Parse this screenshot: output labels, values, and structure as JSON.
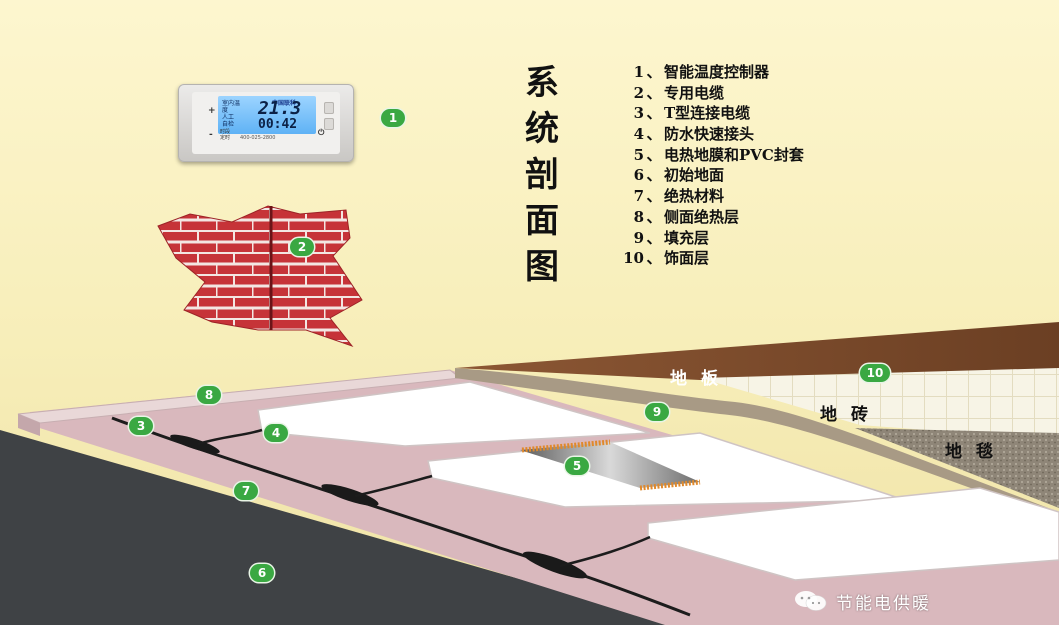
{
  "title": "系统剖面图",
  "legend": [
    {
      "num": "1",
      "text": "智能温度控制器"
    },
    {
      "num": "2",
      "text": "专用电缆"
    },
    {
      "num": "3",
      "text": "T型连接电缆"
    },
    {
      "num": "4",
      "text": "防水快速接头"
    },
    {
      "num": "5",
      "text": "电热地膜和PVC封套"
    },
    {
      "num": "6",
      "text": "初始地面"
    },
    {
      "num": "7",
      "text": "绝热材料"
    },
    {
      "num": "8",
      "text": "侧面绝热层"
    },
    {
      "num": "9",
      "text": "填充层"
    },
    {
      "num": "10",
      "text": "饰面层"
    }
  ],
  "legend_separator": "、",
  "callouts": [
    "1",
    "2",
    "3",
    "4",
    "5",
    "6",
    "7",
    "8",
    "9",
    "10"
  ],
  "surfaces": {
    "floorboard": "地板",
    "tile": "地砖",
    "carpet": "地毯"
  },
  "thermostat": {
    "brand": "中国联科",
    "label_room": "室内温度",
    "label_set": "人工",
    "label_mode": "自检",
    "temperature": "21.3",
    "time": "00:42",
    "label_timer": "时段",
    "label_program": "定时",
    "phone": "400-025-2800",
    "plus_symbol": "+",
    "minus_symbol": "-",
    "power_symbol": "⏻"
  },
  "watermark": {
    "name": "节能电供暖",
    "icon": "wechat-icon"
  },
  "colors": {
    "wall": "#fbf3c6",
    "insulation": "#d9b8bd",
    "base_floor": "#3f4245",
    "heating_film": "#ffffff",
    "brick": "#c63338",
    "wood": "#7a4a2c",
    "callout": "#3aa842"
  }
}
